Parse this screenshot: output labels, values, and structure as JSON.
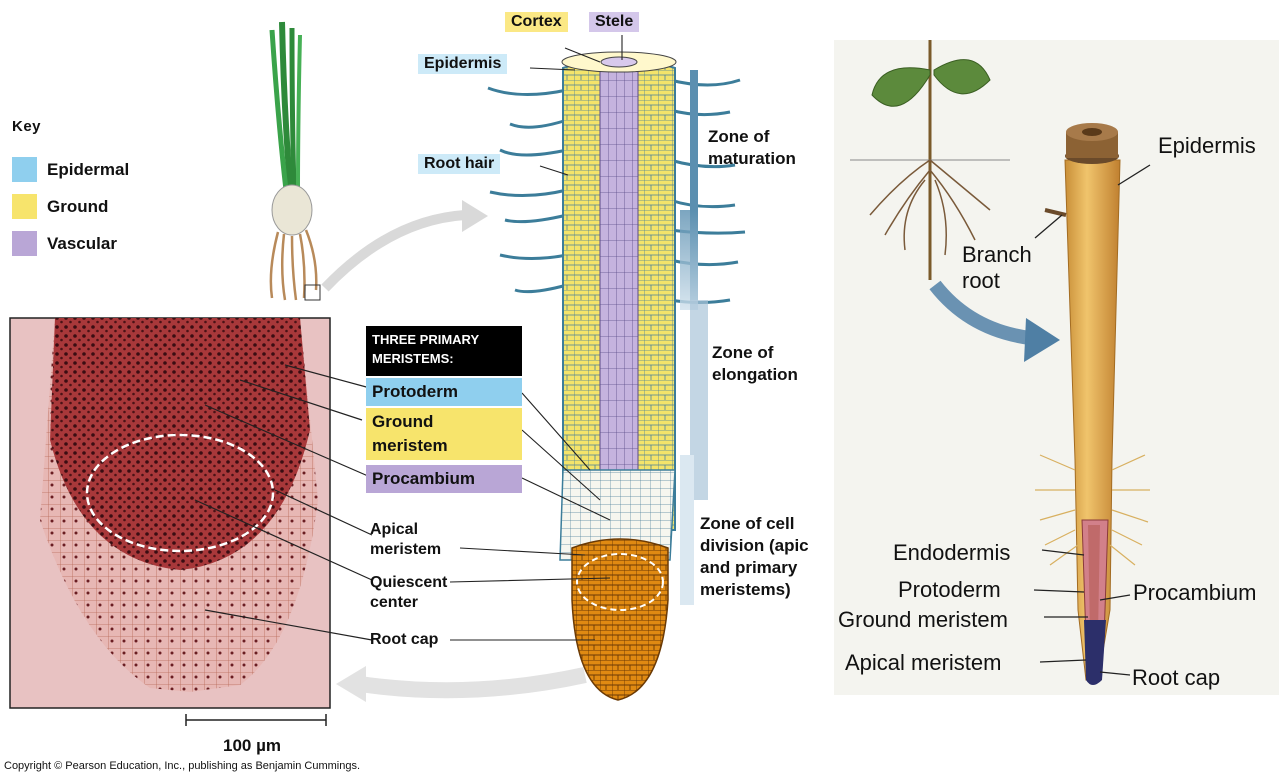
{
  "key": {
    "title": "Key",
    "items": [
      {
        "label": "Epidermal",
        "color": "#8fcfee"
      },
      {
        "label": "Ground",
        "color": "#f7e46c"
      },
      {
        "label": "Vascular",
        "color": "#b9a6d6"
      }
    ]
  },
  "center": {
    "top_labels": {
      "cortex": "Cortex",
      "stele": "Stele",
      "epidermis": "Epidermis",
      "root_hair": "Root hair"
    },
    "meristems_heading": "Three primary meristems:",
    "meristems": [
      {
        "label": "Protoderm",
        "color": "#8fcfee"
      },
      {
        "label": "Ground meristem",
        "color": "#f7e46c"
      },
      {
        "label": "Procambium",
        "color": "#b9a6d6"
      }
    ],
    "micrograph_labels": {
      "apical": "Apical meristem",
      "quiescent": "Quiescent center",
      "root_cap": "Root cap"
    },
    "zones": {
      "maturation": "Zone of maturation",
      "elongation": "Zone of elongation",
      "division": "Zone of cell division (apic and primary meristems)"
    },
    "scale_bar": "100 µm"
  },
  "right": {
    "labels": {
      "epidermis": "Epidermis",
      "branch_root": "Branch root",
      "endodermis": "Endodermis",
      "protoderm": "Protoderm",
      "procambium": "Procambium",
      "ground_meristem": "Ground meristem",
      "apical_meristem": "Apical meristem",
      "root_cap": "Root cap"
    }
  },
  "copyright": "Copyright © Pearson Education, Inc., publishing as Benjamin Cummings."
}
